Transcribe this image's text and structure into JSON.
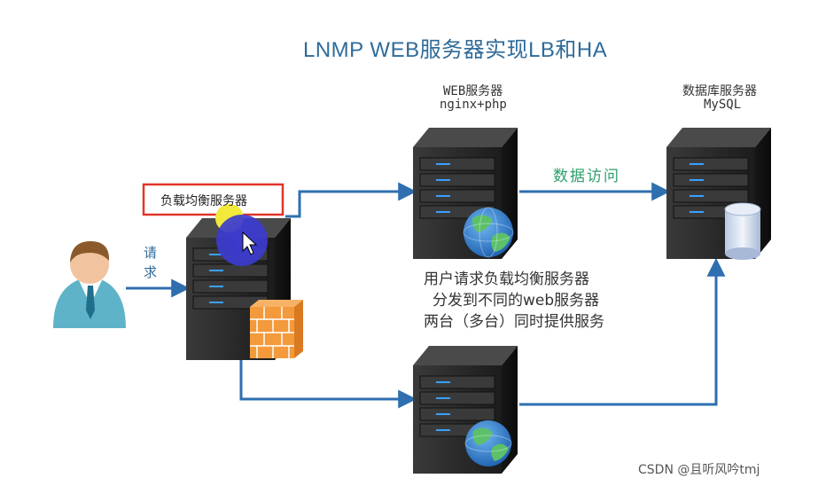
{
  "title": "LNMP WEB服务器实现LB和HA",
  "web_server": {
    "title": "WEB服务器",
    "subtitle": "nginx+php"
  },
  "db_server": {
    "title": "数据库服务器",
    "subtitle": "MySQL"
  },
  "load_balancer": {
    "label": "负载均衡服务器"
  },
  "request_label": {
    "line1": "请",
    "line2": "求"
  },
  "data_access_label": "数据访问",
  "description": {
    "line1": "用户请求负载均衡服务器",
    "line2": "分发到不同的web服务器",
    "line3": "两台（多台）同时提供服务"
  },
  "watermark": "CSDN @且听风吟tmj",
  "colors": {
    "accent_blue": "#2f6fb0",
    "title_blue": "#2f6b9a",
    "green_text": "#2e9e6a",
    "highlight_red": "#e0352b",
    "cursor_blue": "#3b3bd0",
    "cursor_yellow": "#f2e93a"
  },
  "icons": [
    "user-icon",
    "server-icon",
    "firewall-icon",
    "globe-icon",
    "database-icon",
    "mouse-cursor-icon"
  ]
}
